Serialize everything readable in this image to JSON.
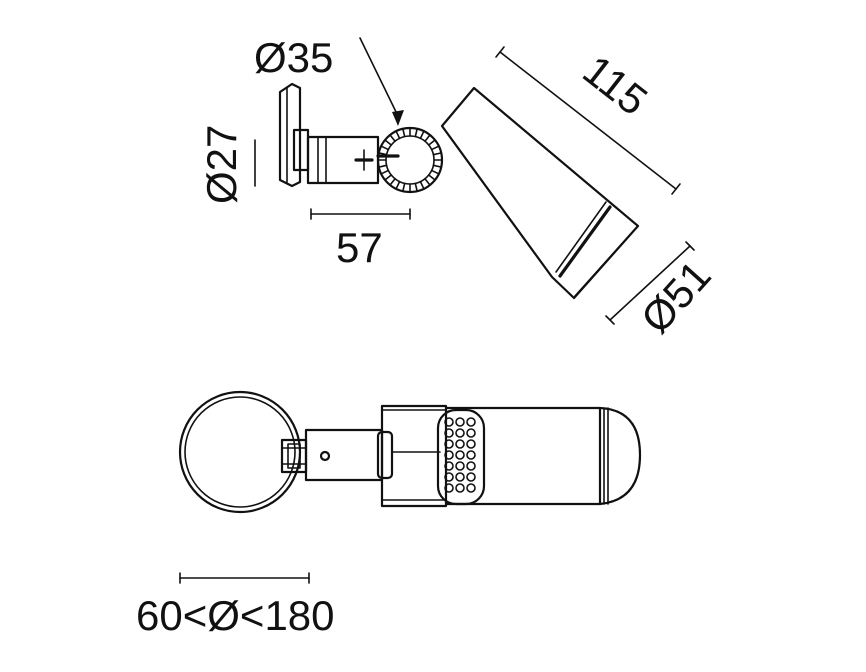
{
  "dimensions": {
    "head_pivot_diameter": "Ø35",
    "adapter_height": "Ø27",
    "adapter_length": "57",
    "body_length": "115",
    "body_diameter": "Ø51",
    "cutout_range": "60<Ø<180"
  },
  "colors": {
    "line": "#111111",
    "background": "#ffffff"
  }
}
